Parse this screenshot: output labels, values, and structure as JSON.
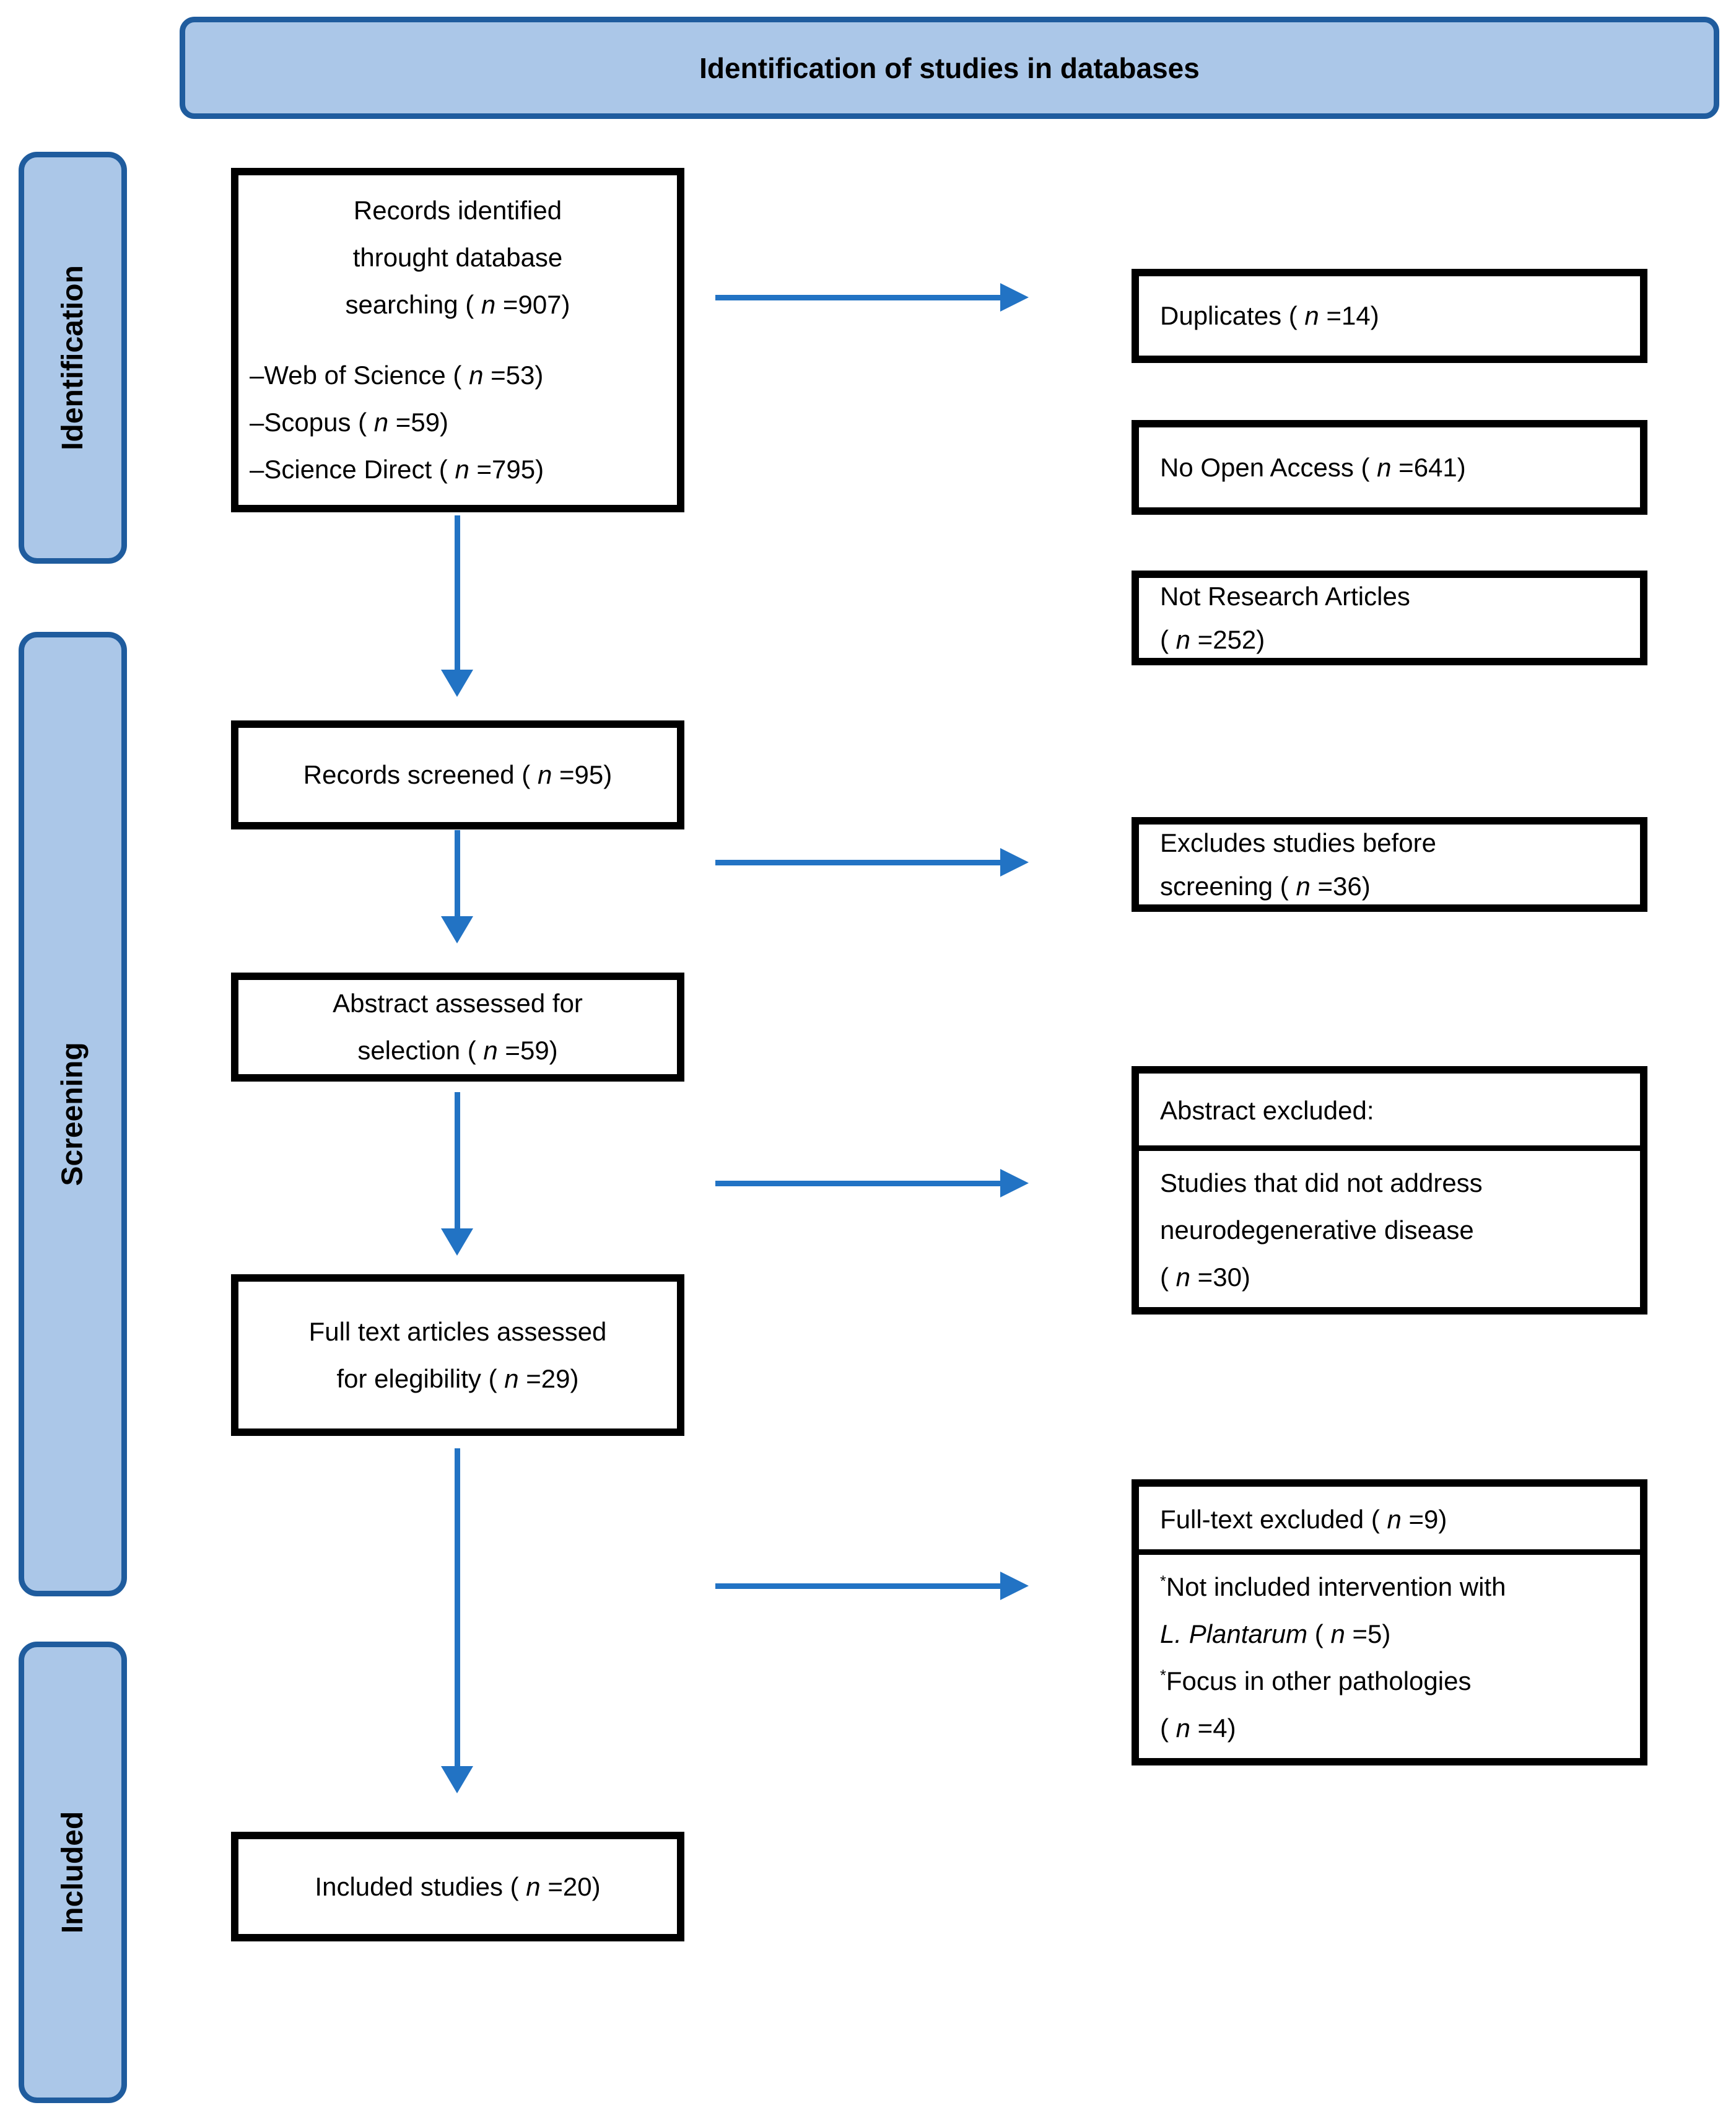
{
  "header": {
    "title": "Identification of studies in databases"
  },
  "stage_labels": [
    {
      "id": "identification",
      "label": "Identification"
    },
    {
      "id": "screening",
      "label": "Screening"
    },
    {
      "id": "included",
      "label": "Included"
    }
  ],
  "flow": {
    "identified": {
      "title_lines": [
        [
          {
            "t": "Records identified"
          }
        ],
        [
          {
            "t": "throught database"
          }
        ],
        [
          {
            "t": "searching ( "
          },
          {
            "t": "n",
            "i": true
          },
          {
            "t": " =907)"
          }
        ]
      ],
      "source_lines": [
        [
          {
            "t": "–Web of Science ( "
          },
          {
            "t": "n",
            "i": true
          },
          {
            "t": " =53)"
          }
        ],
        [
          {
            "t": "–Scopus ( "
          },
          {
            "t": "n",
            "i": true
          },
          {
            "t": " =59)"
          }
        ],
        [
          {
            "t": "–Science Direct ( "
          },
          {
            "t": "n",
            "i": true
          },
          {
            "t": " =795)"
          }
        ]
      ]
    },
    "screened": {
      "lines": [
        [
          {
            "t": "Records screened ( "
          },
          {
            "t": "n",
            "i": true
          },
          {
            "t": " =95)"
          }
        ]
      ]
    },
    "abstract_assessed": {
      "lines": [
        [
          {
            "t": "Abstract assessed for"
          }
        ],
        [
          {
            "t": "selection ( "
          },
          {
            "t": "n",
            "i": true
          },
          {
            "t": " =59)"
          }
        ]
      ]
    },
    "full_text_assessed": {
      "lines": [
        [
          {
            "t": "Full text articles assessed"
          }
        ],
        [
          {
            "t": "for elegibility ( "
          },
          {
            "t": "n",
            "i": true
          },
          {
            "t": " =29)"
          }
        ]
      ]
    },
    "included_studies": {
      "lines": [
        [
          {
            "t": "Included studies ( "
          },
          {
            "t": "n",
            "i": true
          },
          {
            "t": " =20)"
          }
        ]
      ]
    }
  },
  "exclusions": {
    "duplicates": {
      "lines": [
        [
          {
            "t": "Duplicates ( "
          },
          {
            "t": "n",
            "i": true
          },
          {
            "t": " =14)"
          }
        ]
      ]
    },
    "no_open_access": {
      "lines": [
        [
          {
            "t": "No Open Access ( "
          },
          {
            "t": "n",
            "i": true
          },
          {
            "t": " =641)"
          }
        ]
      ]
    },
    "not_research_articles": {
      "lines": [
        [
          {
            "t": "Not Research Articles"
          }
        ],
        [
          {
            "t": "( "
          },
          {
            "t": "n",
            "i": true
          },
          {
            "t": " =252)"
          }
        ]
      ]
    },
    "excluded_before_screening": {
      "lines": [
        [
          {
            "t": "Excludes studies before"
          }
        ],
        [
          {
            "t": "screening ( "
          },
          {
            "t": "n",
            "i": true
          },
          {
            "t": " =36)"
          }
        ]
      ]
    },
    "abstract_excluded": {
      "header_lines": [
        [
          {
            "t": "Abstract excluded:"
          }
        ]
      ],
      "body_lines": [
        [
          {
            "t": "Studies that did not address"
          }
        ],
        [
          {
            "t": "neurodegenerative disease"
          }
        ],
        [
          {
            "t": "( "
          },
          {
            "t": "n",
            "i": true
          },
          {
            "t": " =30)"
          }
        ]
      ]
    },
    "full_text_excluded": {
      "header_lines": [
        [
          {
            "t": "Full-text excluded ( "
          },
          {
            "t": "n",
            "i": true
          },
          {
            "t": " =9)"
          }
        ]
      ],
      "body_lines": [
        [
          {
            "t": "*",
            "sup": true
          },
          {
            "t": "Not included intervention with"
          }
        ],
        [
          {
            "t": "L. Plantarum",
            "i": true
          },
          {
            "t": "  ( "
          },
          {
            "t": "n",
            "i": true
          },
          {
            "t": " =5)"
          }
        ],
        [
          {
            "t": "*",
            "sup": true
          },
          {
            "t": "Focus in other pathologies"
          }
        ],
        [
          {
            "t": "( "
          },
          {
            "t": "n",
            "i": true
          },
          {
            "t": " =4)"
          }
        ]
      ]
    }
  },
  "colors": {
    "accent_fill": "#ABC7E8",
    "accent_border": "#1F5C9E",
    "arrow": "#2273C4",
    "box_border": "#000000"
  }
}
